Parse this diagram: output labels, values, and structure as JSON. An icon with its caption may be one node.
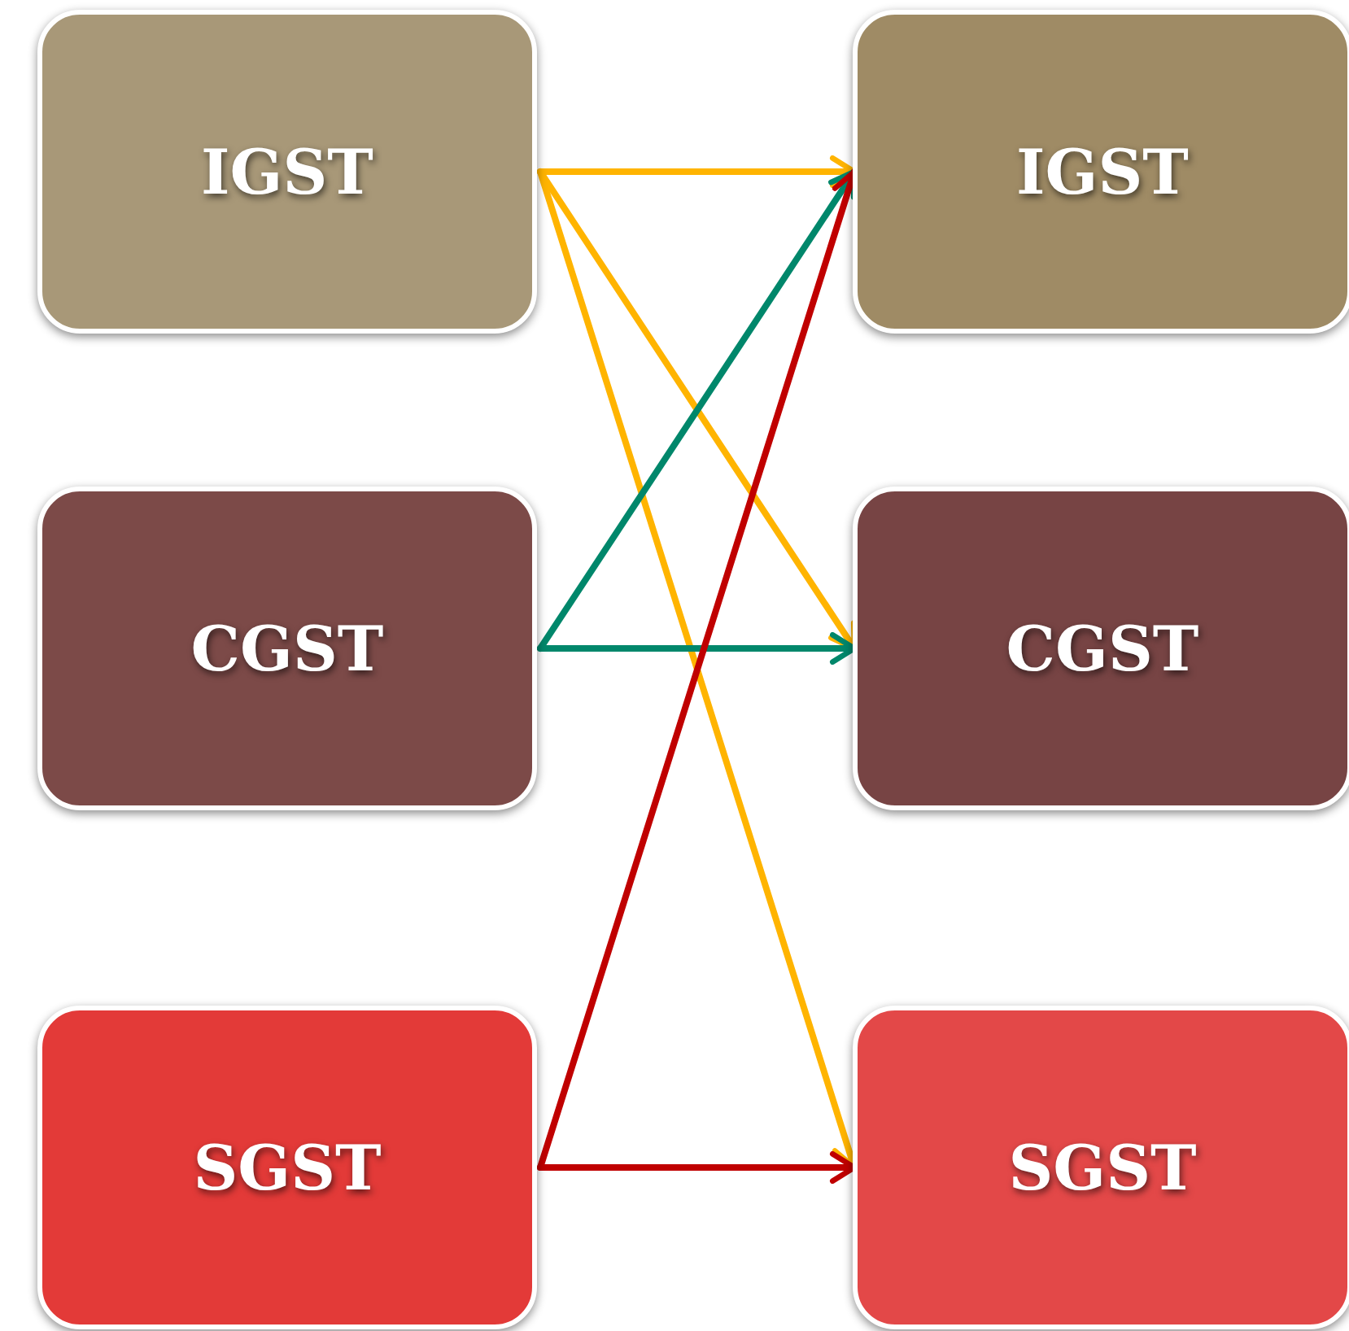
{
  "diagram": {
    "nodes": [
      {
        "text": [
          "IGST"
        ]
      },
      {
        "text": [
          "CGST"
        ]
      },
      {
        "text": [
          "SGST"
        ]
      },
      {
        "text": [
          "IGST"
        ]
      },
      {
        "text": [
          "CGST"
        ]
      },
      {
        "text": [
          "SGST"
        ]
      }
    ],
    "edges": [
      {
        "from": 0,
        "to": 3,
        "arrow": "to",
        "color": "#ffb400"
      },
      {
        "from": 0,
        "to": 4,
        "arrow": "to",
        "color": "#ffb400"
      },
      {
        "from": 0,
        "to": 5,
        "arrow": "to",
        "color": "#ffb400"
      },
      {
        "from": 1,
        "to": 3,
        "arrow": "to",
        "color": "#00876b"
      },
      {
        "from": 1,
        "to": 4,
        "arrow": "to",
        "color": "#00876b"
      },
      {
        "from": 2,
        "to": 3,
        "arrow": "to",
        "color": "#c00000"
      },
      {
        "from": 2,
        "to": 5,
        "arrow": "to",
        "color": "#c00000"
      }
    ]
  }
}
